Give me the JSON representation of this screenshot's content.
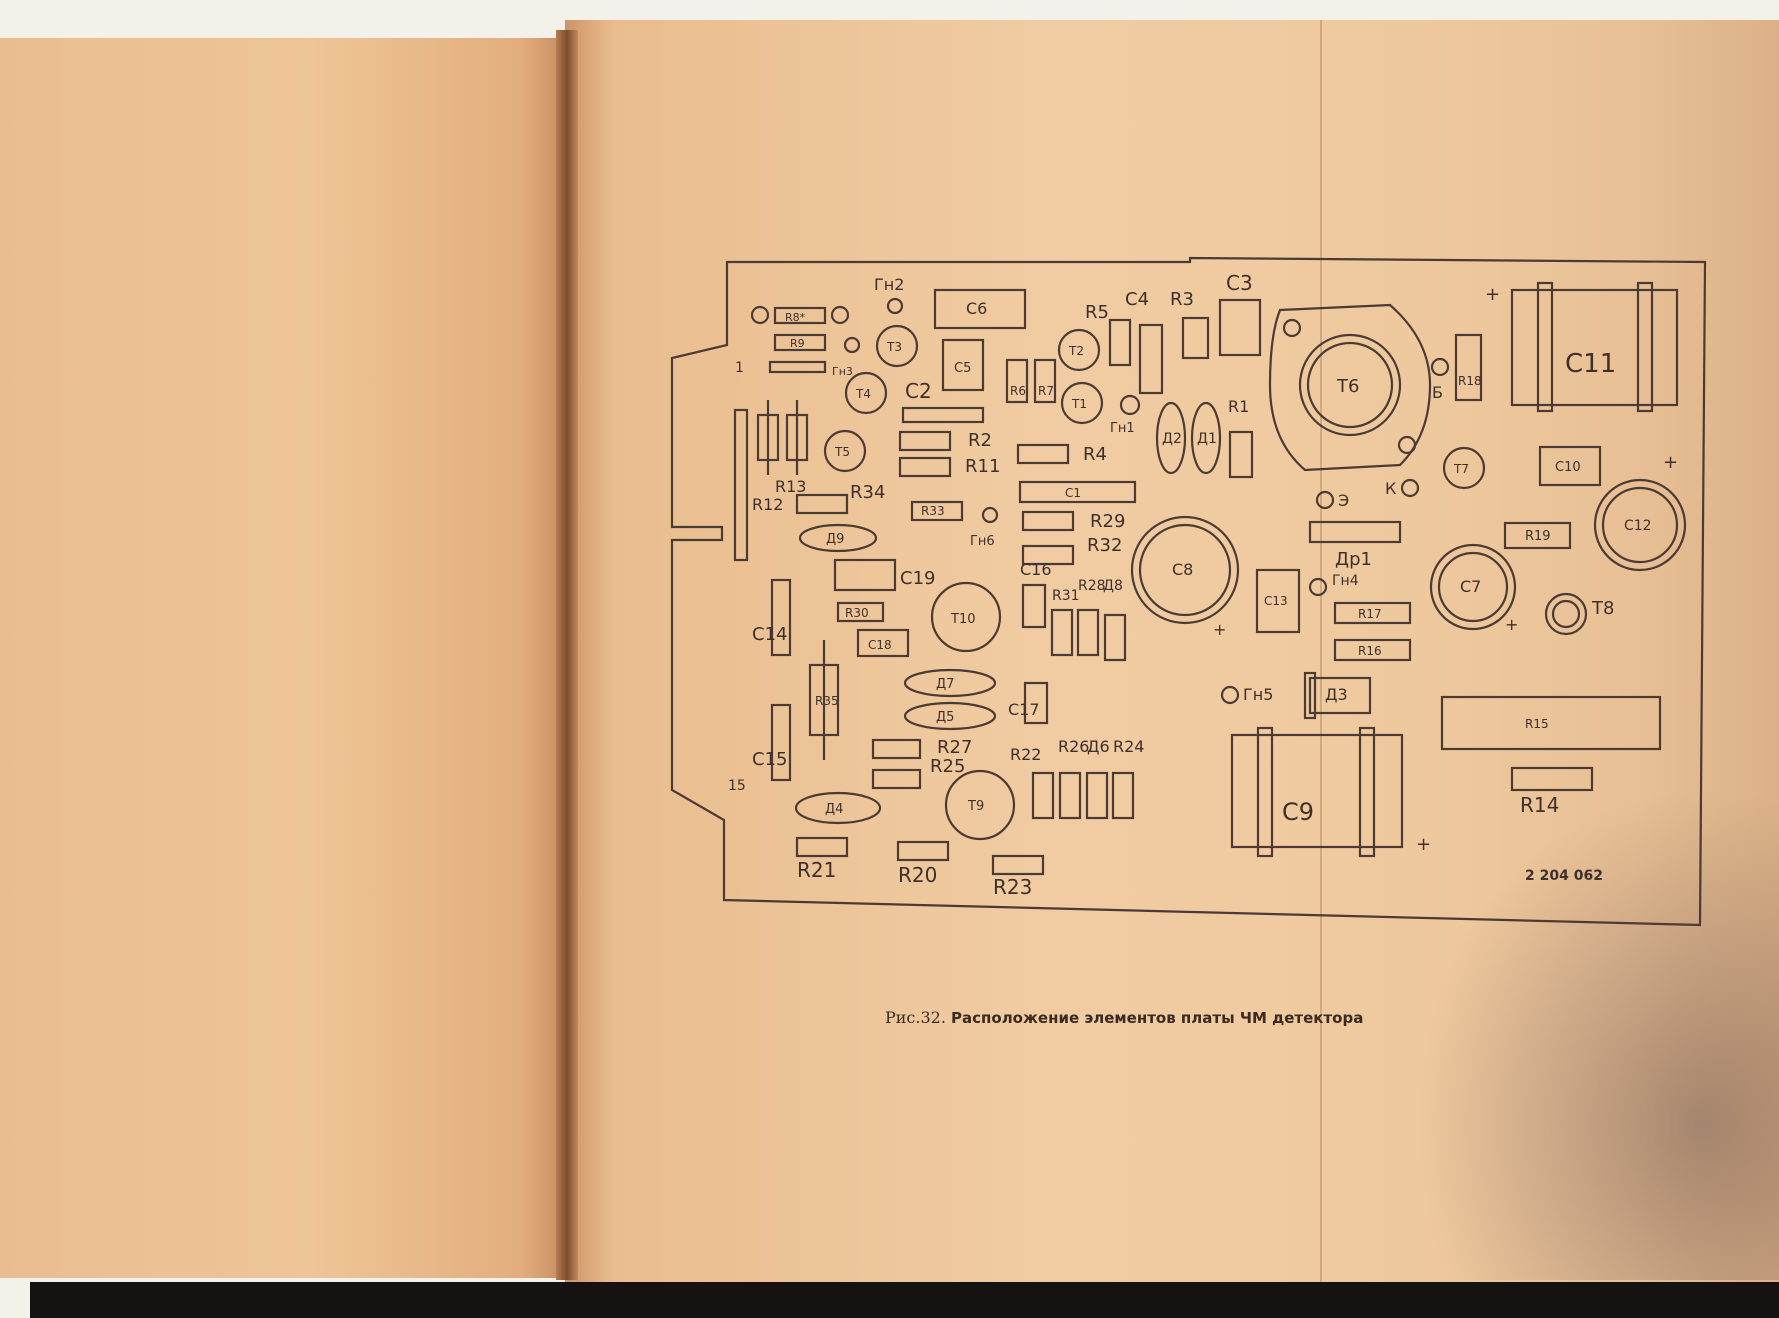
{
  "caption": {
    "prefix": "Рис.32.",
    "text": "Расположение элементов платы ЧМ детектора"
  },
  "board": {
    "serial": "2 204 062",
    "pin_1": "1",
    "pin_15": "15",
    "polarity_mark": "+",
    "labels": {
      "gn1": "Гн1",
      "gn2": "Гн2",
      "gn3": "Гн3",
      "gn4": "Гн4",
      "gn5": "Гн5",
      "gn6": "Гн6",
      "t1": "Т1",
      "t2": "Т2",
      "t3": "Т3",
      "t4": "Т4",
      "t5": "Т5",
      "t6": "Т6",
      "t7": "Т7",
      "t8": "Т8",
      "t9": "Т9",
      "t10": "Т10",
      "c1": "С1",
      "c2": "С2",
      "c3": "С3",
      "c4": "С4",
      "c5": "С5",
      "c6": "С6",
      "c7": "С7",
      "c8": "С8",
      "c9": "С9",
      "c10": "С10",
      "c11": "С11",
      "c12": "С12",
      "c13": "С13",
      "c14": "С14",
      "c15": "С15",
      "c16": "С16",
      "c17": "С17",
      "c18": "С18",
      "c19": "С19",
      "r1": "R1",
      "r2": "R2",
      "r3": "R3",
      "r4": "R4",
      "r5": "R5",
      "r6": "R6",
      "r7": "R7",
      "r8": "R8*",
      "r9": "R9",
      "r11": "R11",
      "r12": "R12",
      "r13": "R13",
      "r14": "R14",
      "r15": "R15",
      "r16": "R16",
      "r17": "R17",
      "r18": "R18",
      "r19": "R19",
      "r20": "R20",
      "r21": "R21",
      "r22": "R22",
      "r23": "R23",
      "r24": "R24",
      "r25": "R25",
      "r26": "R26",
      "r27": "R27",
      "r28": "R28",
      "r29": "R29",
      "r30": "R30",
      "r31": "R31",
      "r32": "R32",
      "r33": "R33",
      "r34": "R34",
      "r35": "R35",
      "d1": "Д1",
      "d2": "Д2",
      "d3": "Д3",
      "d4": "Д4",
      "d5": "Д5",
      "d6": "Д6",
      "d7": "Д7",
      "d8": "Д8",
      "d9": "Д9",
      "dr1": "Др1",
      "b": "Б",
      "e": "Э",
      "k": "К"
    }
  }
}
